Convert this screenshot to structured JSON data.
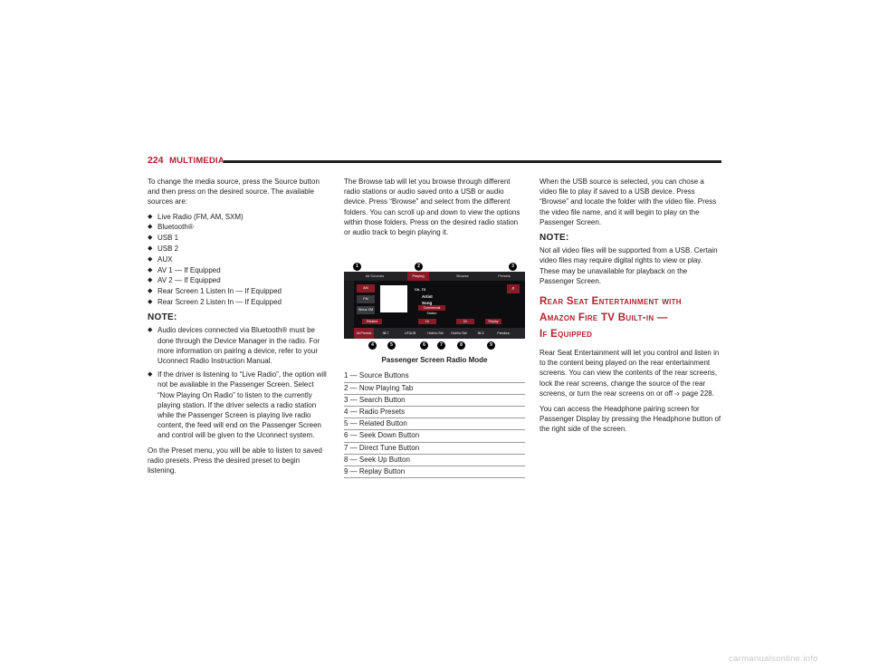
{
  "header": {
    "page_number": "224",
    "section": "MULTIMEDIA"
  },
  "col1": {
    "intro": "To change the media source, press the Source button and then press on the desired source. The available sources are:",
    "sources": [
      "Live Radio (FM, AM, SXM)",
      "Bluetooth®",
      "USB 1",
      "USB 2",
      "AUX",
      "AV 1 — If Equipped",
      "AV 2 — If Equipped",
      "Rear Screen 1 Listen In — If Equipped",
      "Rear Screen 2 Listen In — If Equipped"
    ],
    "note_heading": "NOTE:",
    "notes": [
      "Audio devices connected via Bluetooth® must be done through the Device Manager in the radio. For more information on pairing a device, refer to your Uconnect Radio Instruction Manual.",
      "If the driver is listening to “Live Radio”, the option will not be available in the Passenger Screen. Select “Now Playing On Radio” to listen to the currently playing station. If the driver selects a radio station while the Passenger Screen is playing live radio content, the feed will end on the Passenger Screen and control will be given to the Uconnect system."
    ],
    "preset_text": "On the Preset menu, you will be able to listen to saved radio presets. Press the desired preset to begin listening."
  },
  "col2": {
    "browse_text": "The Browse tab will let you browse through different radio stations or audio saved onto a USB or audio device. Press “Browse” and select from the different folders. You can scroll up and down to view the options within those folders. Press on the desired radio station or audio track to begin playing it.",
    "figure": {
      "tabs": [
        "All Sources",
        "Playing",
        "Browse",
        "Presets"
      ],
      "sources": [
        "AM",
        "FM",
        "Sirius XM"
      ],
      "station": "Ch. 73",
      "artist": "Artist",
      "song": "Song",
      "pill": "Commercial Station",
      "related": "Related",
      "replay": "Replay",
      "seek_left": "Ch",
      "seek_right": "Ch",
      "bottom": [
        "All Presets",
        "98.7",
        "UTUUB",
        "Hold to Set",
        "Hold to Set",
        "96.3",
        "Pandora"
      ],
      "callouts_top": [
        "1",
        "2",
        "3"
      ],
      "callouts_bottom": [
        "4",
        "5",
        "6",
        "7",
        "8",
        "9"
      ]
    },
    "caption": "Passenger Screen Radio Mode",
    "legend": [
      "1 — Source Buttons",
      "2 — Now Playing Tab",
      "3 — Search Button",
      "4 — Radio Presets",
      "5 — Related Button",
      "6 — Seek Down Button",
      "7 — Direct Tune Button",
      "8 — Seek Up Button",
      "9 — Replay Button"
    ]
  },
  "col3": {
    "usb_text": "When the USB source is selected, you can chose a video file to play if saved to a USB device. Press “Browse” and locate the folder with the video file. Press the video file name, and it will begin to play on the Passenger Screen.",
    "note_heading": "NOTE:",
    "note_text": "Not all video files will be supported from a USB. Certain video files may require digital rights to view or play. These may be unavailable for playback on the Passenger Screen.",
    "heading_line1": "Rear Seat Entertainment with",
    "heading_line2": "Amazon Fire TV Built-in —",
    "heading_line3": "If Equipped",
    "rse_text_before": "Rear Seat Entertainment will let you control and listen in to the content being played on the rear entertainment screens. You can view the contents of the rear screens, lock the rear screens, change the source of the rear screens, or turn the rear screens on or off",
    "rse_page_ref": "page 228.",
    "headphone_text": "You can access the Headphone pairing screen for Passenger Display by pressing the Headphone button of the right side of the screen."
  },
  "footer": {
    "watermark": "carmanualsonline.info"
  }
}
